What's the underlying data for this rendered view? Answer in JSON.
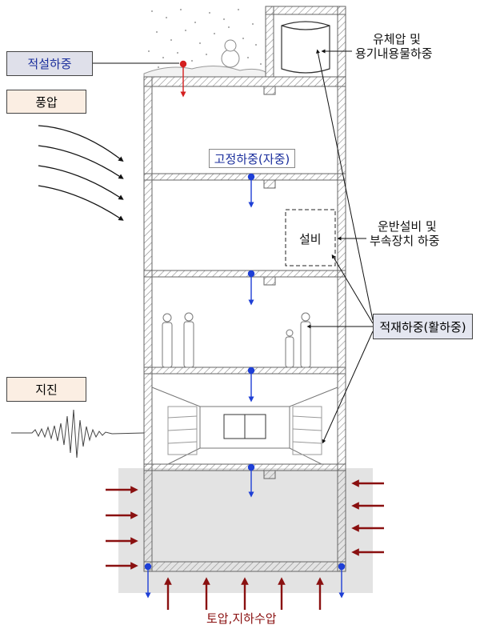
{
  "labels": {
    "snow_load": "적설하중",
    "wind_pressure": "풍압",
    "earthquake": "지진",
    "dead_load": "고정하중(자중)",
    "fluid_pressure_line1": "유체압 및",
    "fluid_pressure_line2": "용기내용물하중",
    "equipment_load_line1": "운반설비 및",
    "equipment_load_line2": "부속장치 하중",
    "equipment": "설비",
    "live_load": "적재하중(활하중)",
    "soil_pressure": "토압,지하수압"
  },
  "colors": {
    "snow_box_bg": "#dfe0ea",
    "wind_box_bg": "#fbeee3",
    "quake_box_bg": "#fbeee3",
    "live_box_bg": "#e4e6f0",
    "ground_fill": "#e3e3e3",
    "blue_label": "#1a2e9c",
    "load_blue": "#1e3fd6",
    "red_snow": "#d42020",
    "soil_arrow": "#8a1010"
  }
}
